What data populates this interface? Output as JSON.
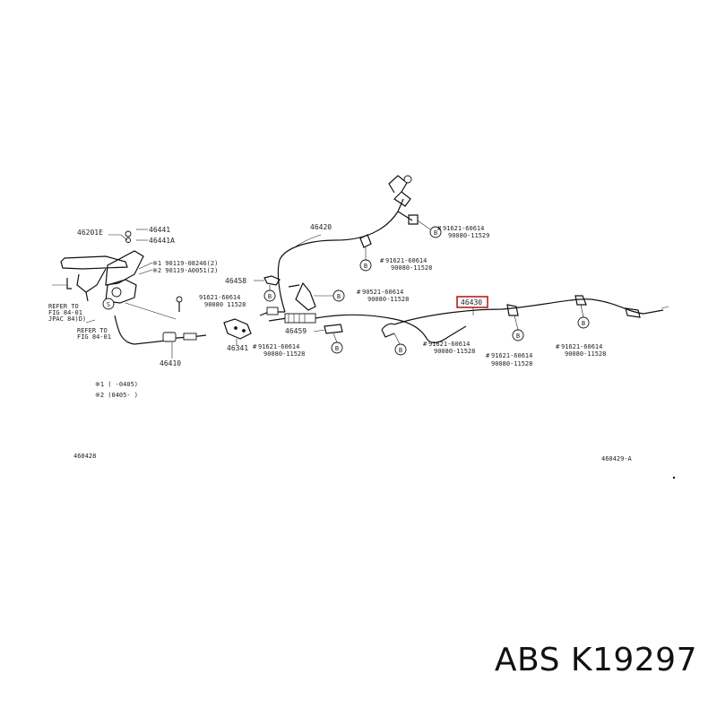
{
  "labels": {
    "p46201E": "46201E",
    "p46441": "46441",
    "p46441A": "46441A",
    "ref1a": "※1 90119-08246(2)",
    "ref1b": "※2 90119-A0051(2)",
    "refer1": "REFER TO",
    "refer1b": "FIG 84-01",
    "refer1c": "JPAC 84)D)",
    "refer2": "REFER TO",
    "refer2b": "FIG 84-01",
    "p46420": "46420",
    "p46458": "46458",
    "p46430": "46430",
    "p46459": "46459",
    "p46341": "46341",
    "p46410": "46410",
    "b_top_a": "91621-60614",
    "b_top_b": "90080-11529",
    "b_mid_a": "91621-60614",
    "b_mid_b": "90080-11528",
    "b_left_a": "91621-60614",
    "b_left_b": "90080 11528",
    "b_c_a": "90521-60614",
    "b_c_b": "90080-11528",
    "b_l2_a": "91621-60614",
    "b_l2_b": "90080-11528",
    "b_r1_a": "91621-60614",
    "b_r1_b": "90080-11528",
    "b_r2_a": "91621-60614",
    "b_r2_b": "90080-11528",
    "b_r3_a": "91621-60614",
    "b_r3_b": "90080-11528",
    "note1": "※1 (    -0405)",
    "note2": "※2 (0405-    )",
    "fig_left": "460428",
    "fig_right": "460429-A",
    "circle_b": "B",
    "circle_s": "S"
  },
  "brand": "ABS K19297"
}
